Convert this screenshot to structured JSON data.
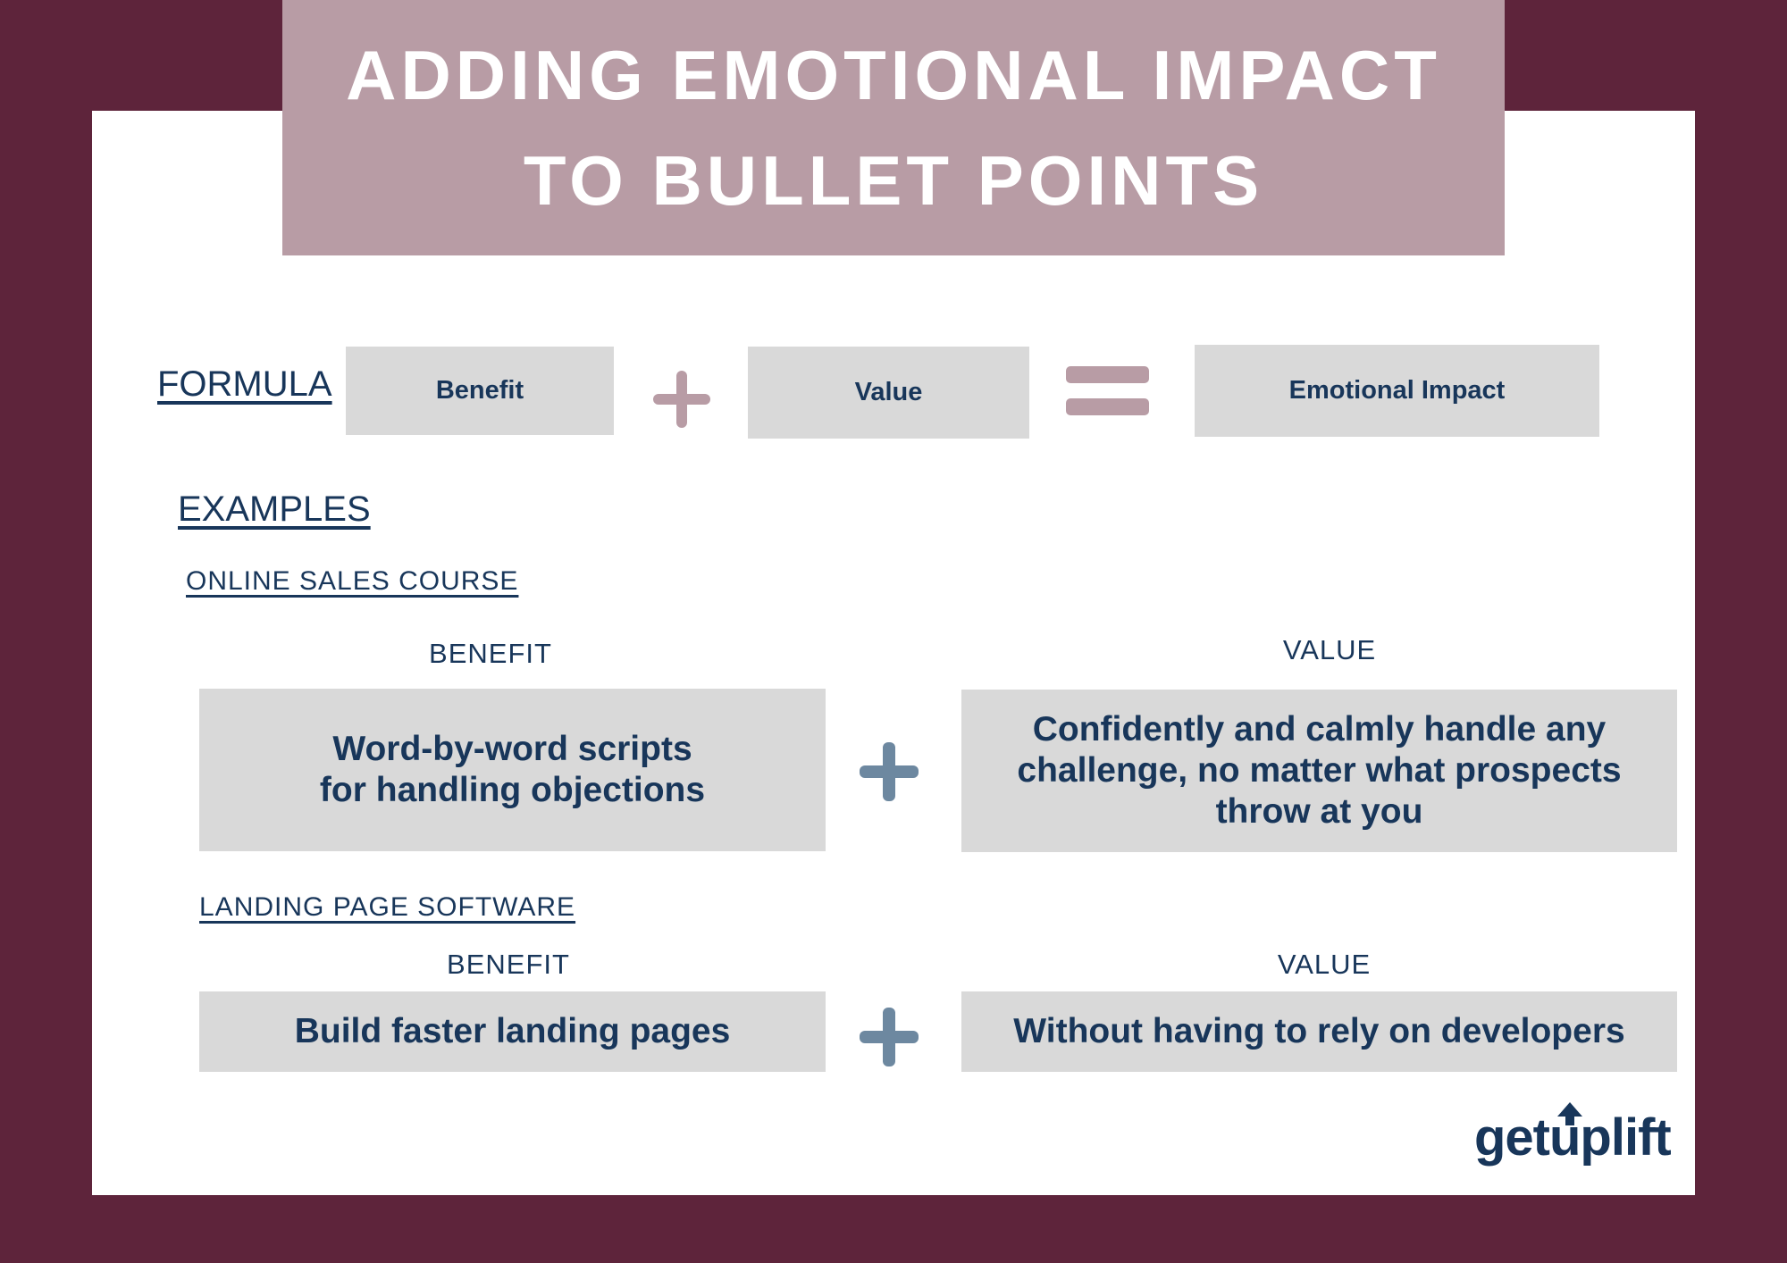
{
  "title": {
    "line1": "ADDING EMOTIONAL IMPACT",
    "line2": "TO BULLET POINTS"
  },
  "formula": {
    "label": "FORMULA",
    "benefit": "Benefit",
    "value": "Value",
    "result": "Emotional Impact"
  },
  "examples": {
    "heading": "EXAMPLES",
    "items": [
      {
        "name": "ONLINE SALES COURSE",
        "benefit_header": "BENEFIT",
        "value_header": "VALUE",
        "benefit_line1": "Word-by-word scripts",
        "benefit_line2": "for handling objections",
        "value_line1": "Confidently and calmly handle any",
        "value_line2": "challenge, no matter what prospects",
        "value_line3": "throw at you"
      },
      {
        "name": "LANDING PAGE SOFTWARE",
        "benefit_header": "BENEFIT",
        "value_header": "VALUE",
        "benefit_text": "Build faster landing pages",
        "value_text": "Without having to rely on developers"
      }
    ]
  },
  "logo": "getuplift",
  "colors": {
    "background": "#5e243b",
    "card": "#ffffff",
    "title_band": "#b89ca5",
    "box": "#d9d9d9",
    "text": "#18365a",
    "formula_operator": "#b89ca5",
    "example_operator": "#6d88a0"
  },
  "icons": {
    "formula_plus": "plus-icon",
    "formula_equals": "equals-icon",
    "example_plus": "plus-icon",
    "logo_arrow": "up-arrow-icon"
  }
}
